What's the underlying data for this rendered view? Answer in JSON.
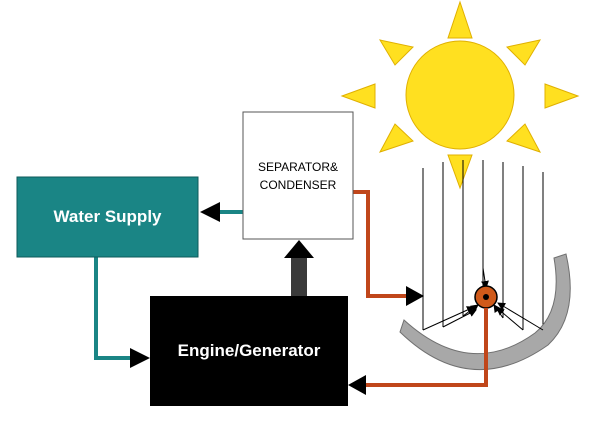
{
  "boxes": {
    "water_supply": {
      "label": "Water Supply",
      "fill": "#1a8585",
      "text_color": "#ffffff"
    },
    "separator": {
      "line1": "SEPARATOR&",
      "line2": "CONDENSER",
      "fill": "#ffffff",
      "text_color": "#000000"
    },
    "engine": {
      "label": "Engine/Generator",
      "fill": "#000000",
      "text_color": "#ffffff"
    }
  },
  "colors": {
    "water_pipe": "#1a8585",
    "steam_pipe": "#c0461a",
    "sun": "#ffe020",
    "sun_rays": "#ffe020",
    "reflector": "#a8a8a8",
    "receiver": "#d05a1a",
    "up_arrow": "#3a3a3a"
  },
  "icons": {
    "sun": "sun-icon",
    "reflector": "parabolic-reflector-icon",
    "receiver": "heat-receiver-icon"
  }
}
